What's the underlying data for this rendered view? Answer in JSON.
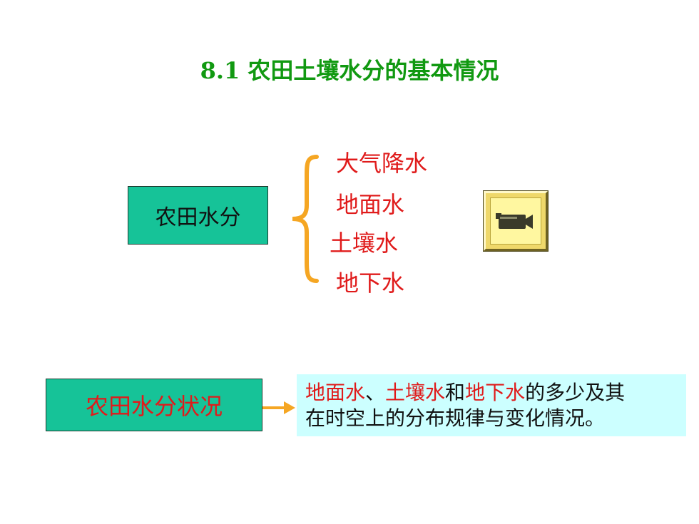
{
  "title": "8.1 农田土壤水分的基本情况",
  "box1": {
    "label": "农田水分"
  },
  "categories": [
    "大气降水",
    "地面水",
    "土壤水",
    "地下水"
  ],
  "box2": {
    "label": "农田水分状况"
  },
  "description": {
    "part1": "地面水",
    "sep": "、",
    "part2": "土壤水",
    "and": "和",
    "part3": "地下水",
    "rest_line1": "的多少及其",
    "line2": "在时空上的分布规律与变化情况。"
  },
  "colors": {
    "title": "#119911",
    "box_fill": "#16c398",
    "highlight_red": "#e01b1b",
    "bracket_orange": "#f5a623",
    "desc_bg": "#ccffff",
    "button_gold": "#efd86a"
  },
  "icons": {
    "media_button": "movie-camera-icon"
  }
}
